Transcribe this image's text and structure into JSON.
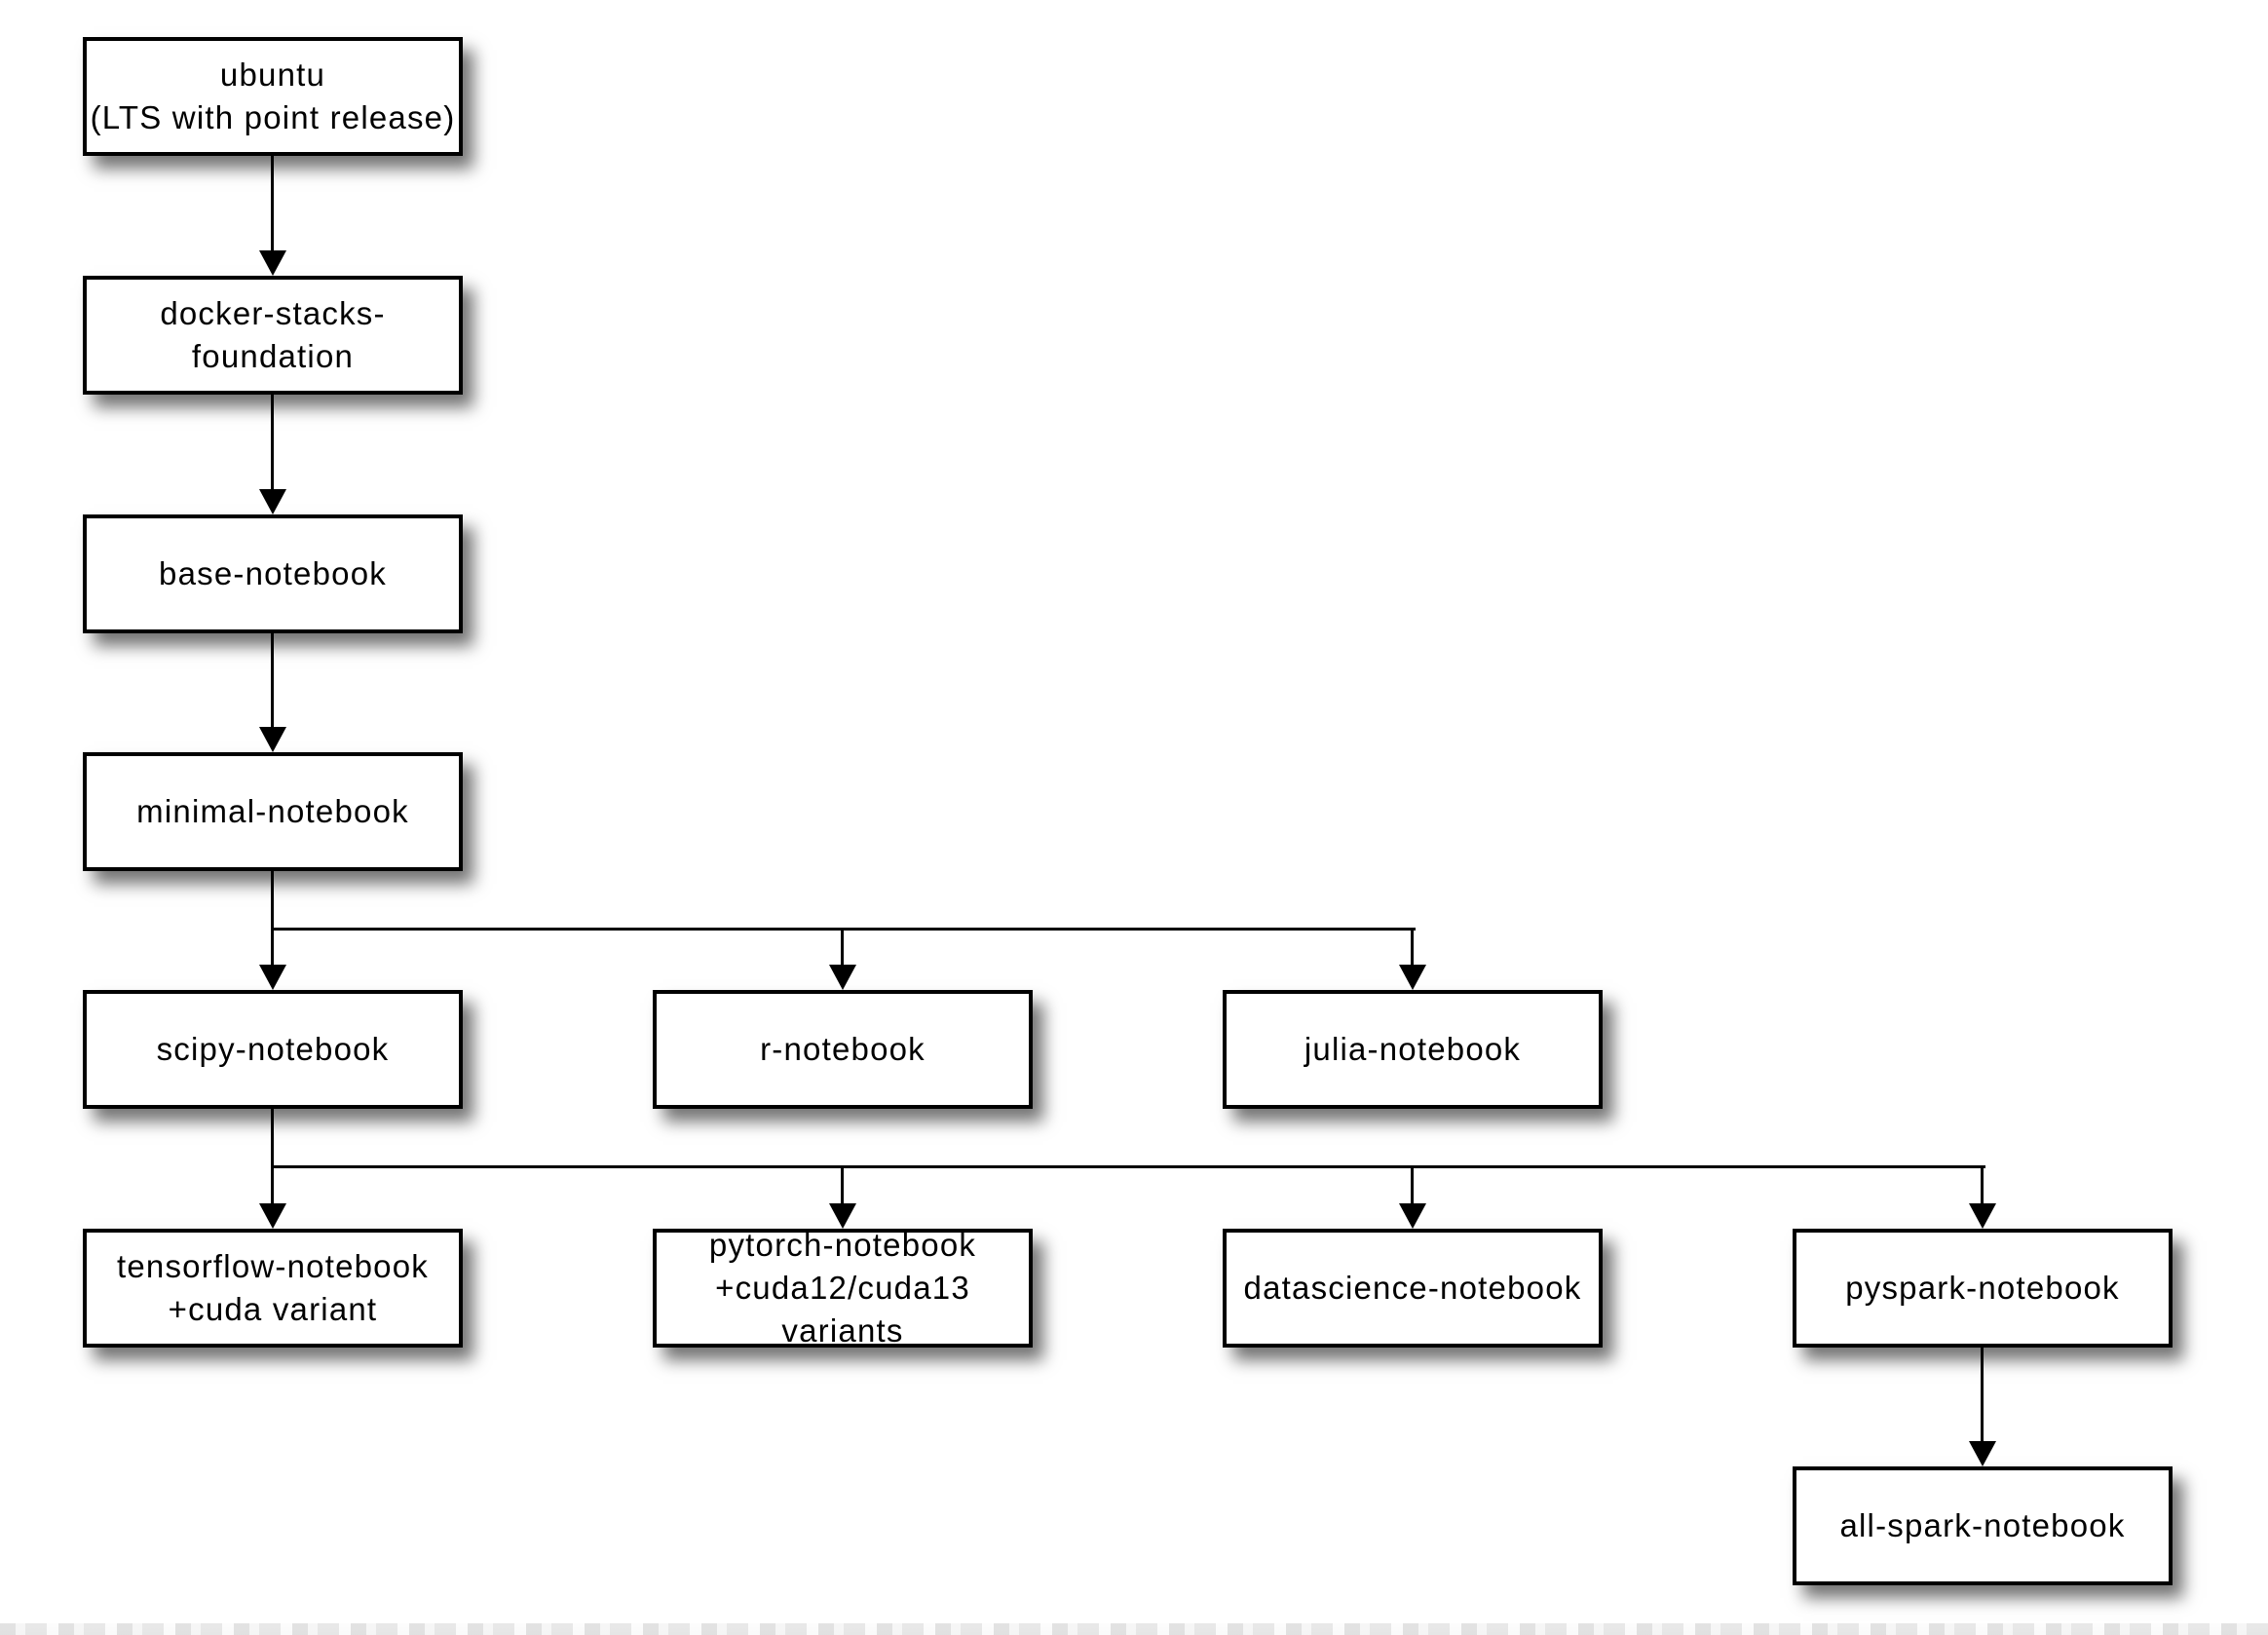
{
  "diagram": {
    "colors": {
      "background": "#ffffff",
      "node_fill": "#ffffff",
      "node_border": "#000000",
      "connector": "#000000",
      "text": "#000000"
    },
    "nodes": [
      {
        "id": "ubuntu",
        "label": "ubuntu\n(LTS with point release)"
      },
      {
        "id": "docker-stacks-foundation",
        "label": "docker-stacks-foundation"
      },
      {
        "id": "base-notebook",
        "label": "base-notebook"
      },
      {
        "id": "minimal-notebook",
        "label": "minimal-notebook"
      },
      {
        "id": "scipy-notebook",
        "label": "scipy-notebook"
      },
      {
        "id": "r-notebook",
        "label": "r-notebook"
      },
      {
        "id": "julia-notebook",
        "label": "julia-notebook"
      },
      {
        "id": "tensorflow-notebook",
        "label": "tensorflow-notebook\n+cuda variant"
      },
      {
        "id": "pytorch-notebook",
        "label": "pytorch-notebook\n+cuda12/cuda13 variants"
      },
      {
        "id": "datascience-notebook",
        "label": "datascience-notebook"
      },
      {
        "id": "pyspark-notebook",
        "label": "pyspark-notebook"
      },
      {
        "id": "all-spark-notebook",
        "label": "all-spark-notebook"
      }
    ],
    "edges": [
      {
        "from": "ubuntu",
        "to": "docker-stacks-foundation"
      },
      {
        "from": "docker-stacks-foundation",
        "to": "base-notebook"
      },
      {
        "from": "base-notebook",
        "to": "minimal-notebook"
      },
      {
        "from": "minimal-notebook",
        "to": "scipy-notebook"
      },
      {
        "from": "minimal-notebook",
        "to": "r-notebook"
      },
      {
        "from": "minimal-notebook",
        "to": "julia-notebook"
      },
      {
        "from": "scipy-notebook",
        "to": "tensorflow-notebook"
      },
      {
        "from": "scipy-notebook",
        "to": "pytorch-notebook"
      },
      {
        "from": "scipy-notebook",
        "to": "datascience-notebook"
      },
      {
        "from": "scipy-notebook",
        "to": "pyspark-notebook"
      },
      {
        "from": "pyspark-notebook",
        "to": "all-spark-notebook"
      }
    ]
  }
}
